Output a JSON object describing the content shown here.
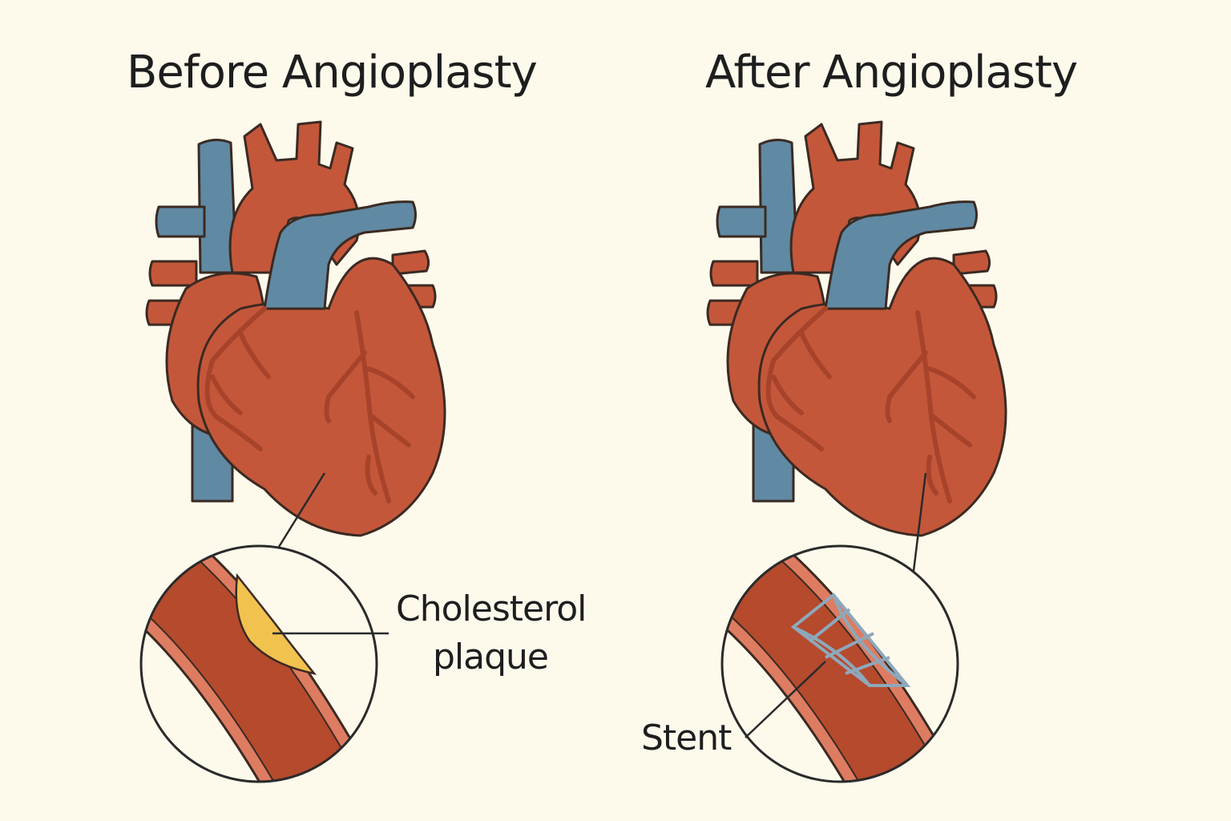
{
  "panels": [
    {
      "title": "Before Angioplasty",
      "callout": [
        "Cholesterol",
        "plaque"
      ]
    },
    {
      "title": "After Angioplasty",
      "callout": [
        "Stent"
      ]
    }
  ],
  "colors": {
    "background": "#fdfaec",
    "heart": "#c4573a",
    "vein": "#6089a3",
    "outline": "#3b2a22",
    "artery": "#a8432b",
    "plaque": "#f2c24f",
    "stent": "#8ea8bb"
  }
}
